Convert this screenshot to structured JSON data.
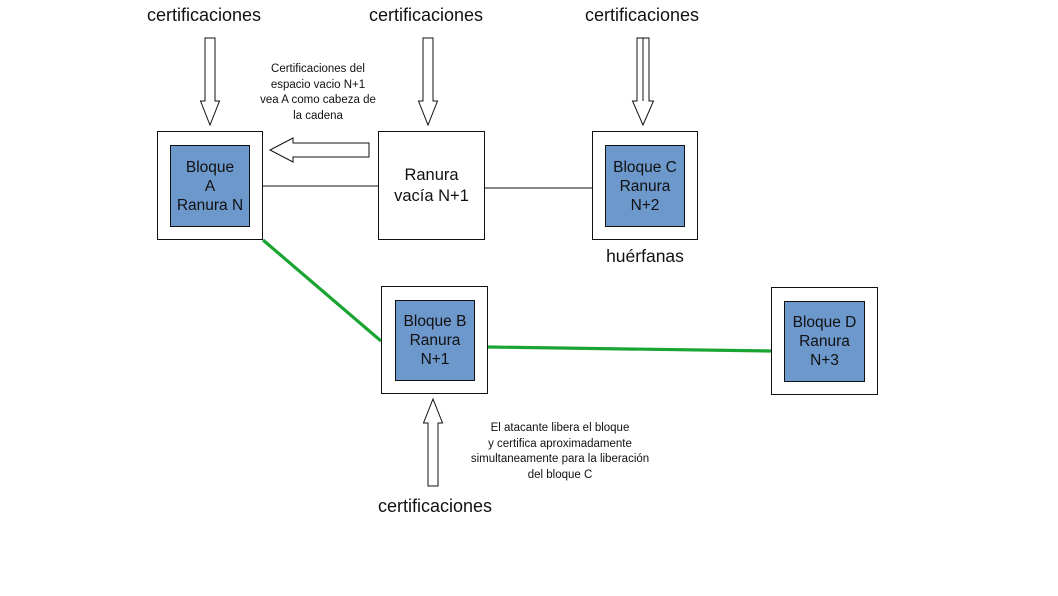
{
  "top_labels": {
    "left": "certificaciones",
    "middle": "certificaciones",
    "right": "certificaciones"
  },
  "bottom_label": "certificaciones",
  "note_top": {
    "lines": [
      "Certificaciones del",
      "espacio vacio N+1",
      "vea A como cabeza de",
      "la cadena"
    ]
  },
  "note_bottom": {
    "lines": [
      "El atacante libera el bloque",
      "y certifica aproximadamente",
      "simultaneamente para la liberación",
      "del bloque C"
    ]
  },
  "blocks": {
    "a": {
      "lines": [
        "Bloque",
        "A",
        "Ranura N"
      ]
    },
    "b": {
      "lines": [
        "Bloque B",
        "Ranura",
        "N+1"
      ]
    },
    "c": {
      "lines": [
        "Bloque C",
        "Ranura",
        "N+2"
      ]
    },
    "d": {
      "lines": [
        "Bloque D",
        "Ranura",
        "N+3"
      ]
    }
  },
  "empty_slot": {
    "lines": [
      "Ranura",
      "vacía N+1"
    ]
  },
  "orphan_label": "huérfanas",
  "colors": {
    "block_fill": "#6d98cc",
    "chain_link": "#1aa532",
    "stroke": "#111111"
  }
}
